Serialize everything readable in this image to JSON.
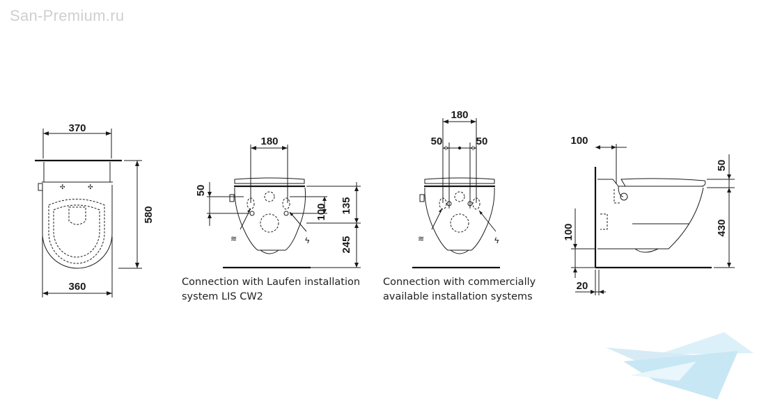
{
  "watermark": "San-Premium.ru",
  "captions": {
    "laufen_line1": "Connection with Laufen installation",
    "laufen_line2": "system LIS CW2",
    "commercial_line1": "Connection with commercially",
    "commercial_line2": "available installation systems"
  },
  "dimensions": {
    "top_width": "370",
    "top_height": "580",
    "top_bottom_width": "360",
    "front1_width": "180",
    "front1_left": "50",
    "front1_inner": "100",
    "front1_upper": "135",
    "front1_lower": "245",
    "front2_width": "180",
    "front2_left": "50",
    "front2_right": "50",
    "side_depth": "100",
    "side_top": "50",
    "side_height": "430",
    "side_lower": "100",
    "side_wall": "20"
  },
  "colors": {
    "line": "#1a1a1a",
    "watermark": "#cfcfcf",
    "logo": "#bfe3f3"
  }
}
